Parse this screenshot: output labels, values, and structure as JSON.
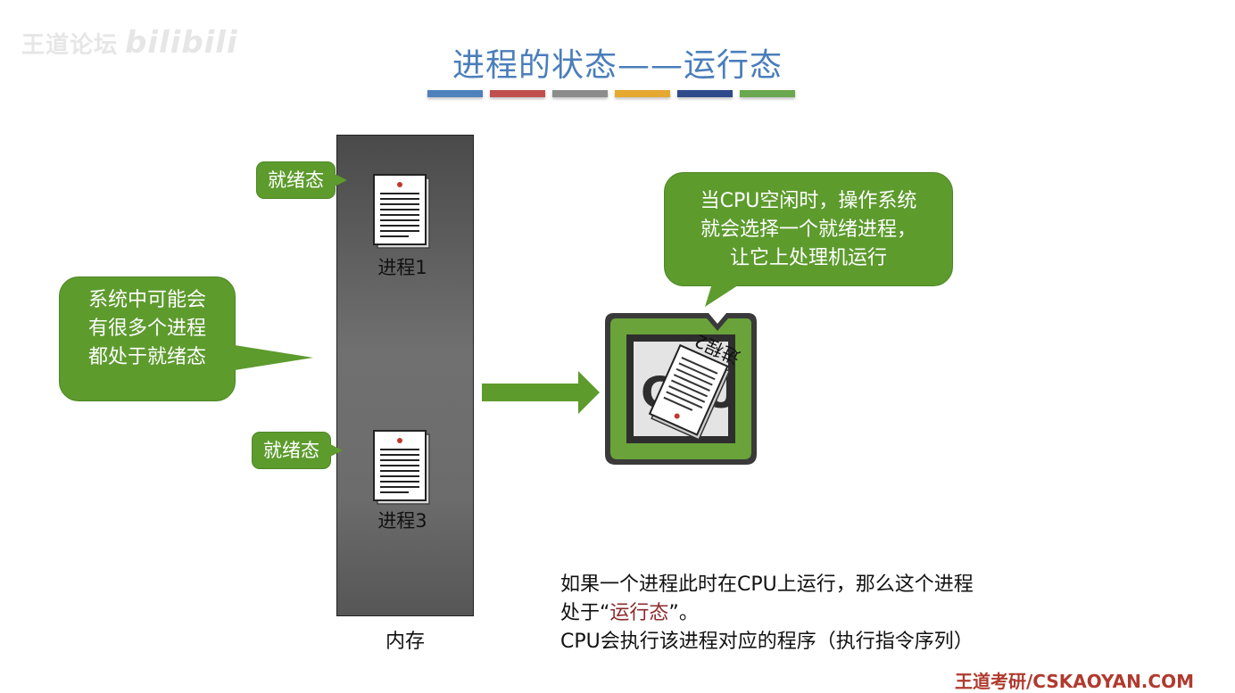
{
  "watermark": {
    "text": "王道论坛",
    "bili": "bilibili"
  },
  "title": "进程的状态——运行态",
  "title_color": "#4a7ebb",
  "color_bar_colors": [
    "#4f81bd",
    "#c0504d",
    "#8c8c8c",
    "#e5a830",
    "#2e4a8a",
    "#6aa84f"
  ],
  "memory": {
    "label": "内存"
  },
  "processes": [
    {
      "label": "进程1",
      "state": "就绪态",
      "icon": "document-icon"
    },
    {
      "label": "进程3",
      "state": "就绪态",
      "icon": "document-icon"
    }
  ],
  "callouts": {
    "left": [
      "系统中可能会",
      "有很多个进程",
      "都处于就绪态"
    ],
    "right": [
      "当CPU空闲时，操作系统",
      "就会选择一个就绪进程，",
      "让它上处理机运行"
    ]
  },
  "cpu": {
    "text": "CPU",
    "running_process": "进程2",
    "icon": "cpu-chip-icon"
  },
  "accent_green": "#5d9b2d",
  "bottom_text": {
    "line1": "如果一个进程此时在CPU上运行，那么这个进程",
    "line2_prefix": "处于“",
    "line2_highlight": "运行态",
    "line2_suffix": "”。",
    "line3": "CPU会执行该进程对应的程序（执行指令序列）"
  },
  "footer": "王道考研/CSKAOYAN.COM"
}
